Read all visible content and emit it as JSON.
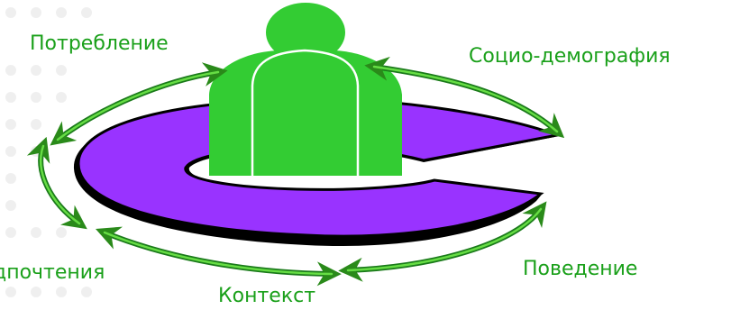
{
  "labels": {
    "consumption": "Потребление",
    "socio_demography": "Социо-демография",
    "preferences": "дпочтения",
    "behavior": "Поведение",
    "context": "Контекст"
  },
  "colors": {
    "label_text": "#1aa01a",
    "ring_fill": "#9933ff",
    "ring_outline": "#000000",
    "person_fill": "#33cc33",
    "arrow_light": "#55cc33",
    "arrow_dark": "#1a7a1a",
    "dot_pattern": "#ececec"
  },
  "icons": {
    "center_figure": "person-icon"
  }
}
